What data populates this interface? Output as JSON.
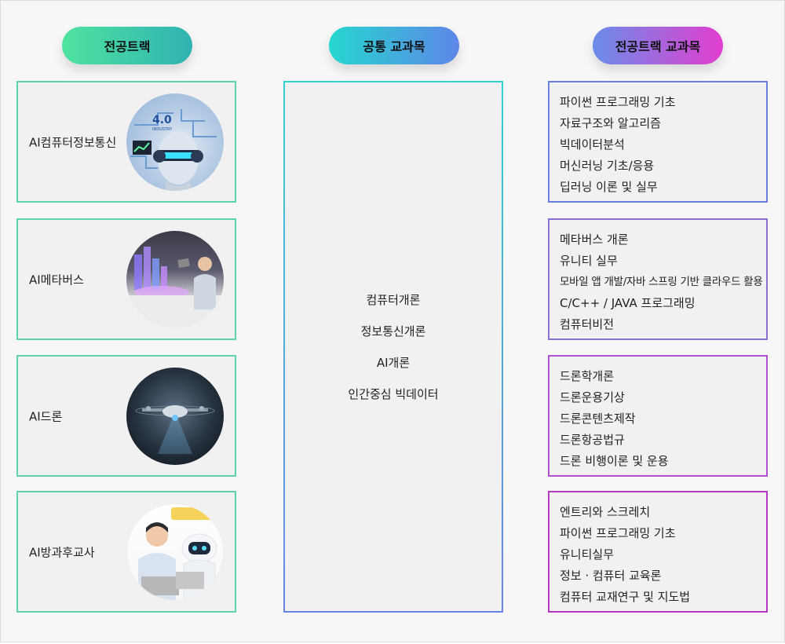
{
  "headers": {
    "track": "전공트랙",
    "common": "공통 교과목",
    "track_courses": "전공트랙 교과목"
  },
  "tracks": [
    {
      "label": "AI컴퓨터정보통신"
    },
    {
      "label": "AI메타버스"
    },
    {
      "label": "AI드론"
    },
    {
      "label": "AI방과후교사"
    }
  ],
  "images": {
    "badge_40": "4.0",
    "badge_industry": "INDUSTRY"
  },
  "common_courses": [
    "컴퓨터개론",
    "정보통신개론",
    "AI개론",
    "인간중심 빅데이터"
  ],
  "track_courses": [
    [
      "파이썬 프로그래밍 기초",
      "자료구조와 알고리즘",
      "빅데이터분석",
      "머신러닝 기초/응용",
      "딥러닝 이론 및 실무"
    ],
    [
      "메타버스 개론",
      "유니티 실무",
      "모바일 앱 개발/자바 스프링 기반 클라우드 활용",
      "C/C++ / JAVA 프로그래밍",
      "컴퓨터비전"
    ],
    [
      "드론학개론",
      "드론운용기상",
      "드론콘텐츠제작",
      "드론항공법규",
      "드론 비행이론 및 운용"
    ],
    [
      "엔트리와 스크레치",
      "파이썬 프로그래밍 기초",
      "유니티실무",
      "정보 · 컴퓨터 교육론",
      "컴퓨터 교재연구 및 지도법"
    ]
  ],
  "colors": {
    "track_border": "#5ed3a8",
    "panel_bg": "#f1f1f1"
  }
}
